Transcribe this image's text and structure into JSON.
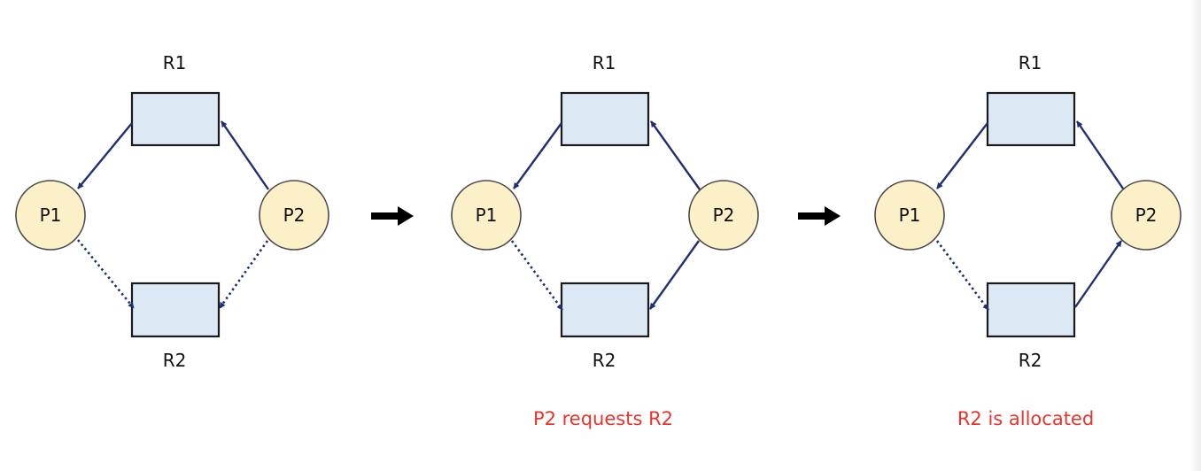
{
  "diagram": {
    "title": "",
    "panels": [
      {
        "id": "panel-1",
        "resources": [
          {
            "id": "R1",
            "label": "R1"
          },
          {
            "id": "R2",
            "label": "R2"
          }
        ],
        "processes": [
          {
            "id": "P1",
            "label": "P1"
          },
          {
            "id": "P2",
            "label": "P2"
          }
        ],
        "edges": [
          {
            "from": "R1",
            "to": "P1",
            "kind": "assignment",
            "style": "solid"
          },
          {
            "from": "P2",
            "to": "R1",
            "kind": "request",
            "style": "solid"
          },
          {
            "from": "P1",
            "to": "R2",
            "kind": "claim",
            "style": "dotted"
          },
          {
            "from": "P2",
            "to": "R2",
            "kind": "claim",
            "style": "dotted"
          }
        ],
        "caption": ""
      },
      {
        "id": "panel-2",
        "resources": [
          {
            "id": "R1",
            "label": "R1"
          },
          {
            "id": "R2",
            "label": "R2"
          }
        ],
        "processes": [
          {
            "id": "P1",
            "label": "P1"
          },
          {
            "id": "P2",
            "label": "P2"
          }
        ],
        "edges": [
          {
            "from": "R1",
            "to": "P1",
            "kind": "assignment",
            "style": "solid"
          },
          {
            "from": "P2",
            "to": "R1",
            "kind": "request",
            "style": "solid"
          },
          {
            "from": "P1",
            "to": "R2",
            "kind": "claim",
            "style": "dotted"
          },
          {
            "from": "P2",
            "to": "R2",
            "kind": "request",
            "style": "solid"
          }
        ],
        "caption": "P2 requests R2"
      },
      {
        "id": "panel-3",
        "resources": [
          {
            "id": "R1",
            "label": "R1"
          },
          {
            "id": "R2",
            "label": "R2"
          }
        ],
        "processes": [
          {
            "id": "P1",
            "label": "P1"
          },
          {
            "id": "P2",
            "label": "P2"
          }
        ],
        "edges": [
          {
            "from": "R1",
            "to": "P1",
            "kind": "assignment",
            "style": "solid"
          },
          {
            "from": "P2",
            "to": "R1",
            "kind": "request",
            "style": "solid"
          },
          {
            "from": "P1",
            "to": "R2",
            "kind": "claim",
            "style": "dotted"
          },
          {
            "from": "R2",
            "to": "P2",
            "kind": "assignment",
            "style": "solid"
          }
        ],
        "caption": "R2 is allocated"
      }
    ],
    "transitions": [
      {
        "from": "panel-1",
        "to": "panel-2",
        "icon": "right-arrow-icon"
      },
      {
        "from": "panel-2",
        "to": "panel-3",
        "icon": "right-arrow-icon"
      }
    ],
    "colors": {
      "resource_fill": "#dde8f5",
      "process_fill": "#fbf0c8",
      "edge": "#1f2f74",
      "caption": "#e8342c",
      "transition_arrow": "#000000"
    }
  }
}
